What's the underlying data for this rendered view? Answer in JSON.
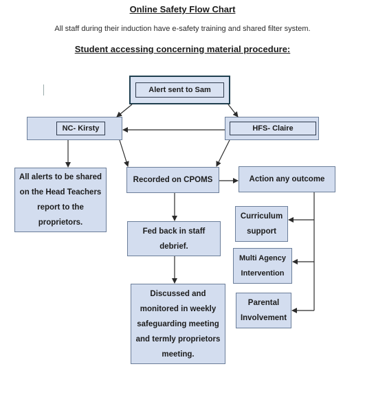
{
  "title": "Online Safety Flow Chart",
  "subtitle": "All staff during their induction have e-safety training and shared filter system.",
  "procedure_heading": "Student accessing concerning material procedure:",
  "nodes": {
    "alert": "Alert sent to Sam",
    "nc": "NC- Kirsty",
    "hfs": "HFS- Claire",
    "all_alerts": "All alerts to be shared on the Head Teachers report to the proprietors.",
    "cpoms": "Recorded on CPOMS",
    "action": "Action any outcome",
    "fed_back": "Fed back in staff debrief.",
    "curriculum": "Curriculum support",
    "multi_agency": "Multi Agency Intervention",
    "discussed": "Discussed and monitored in weekly safeguarding meeting and termly proprietors meeting.",
    "parental": "Parental Involvement"
  }
}
